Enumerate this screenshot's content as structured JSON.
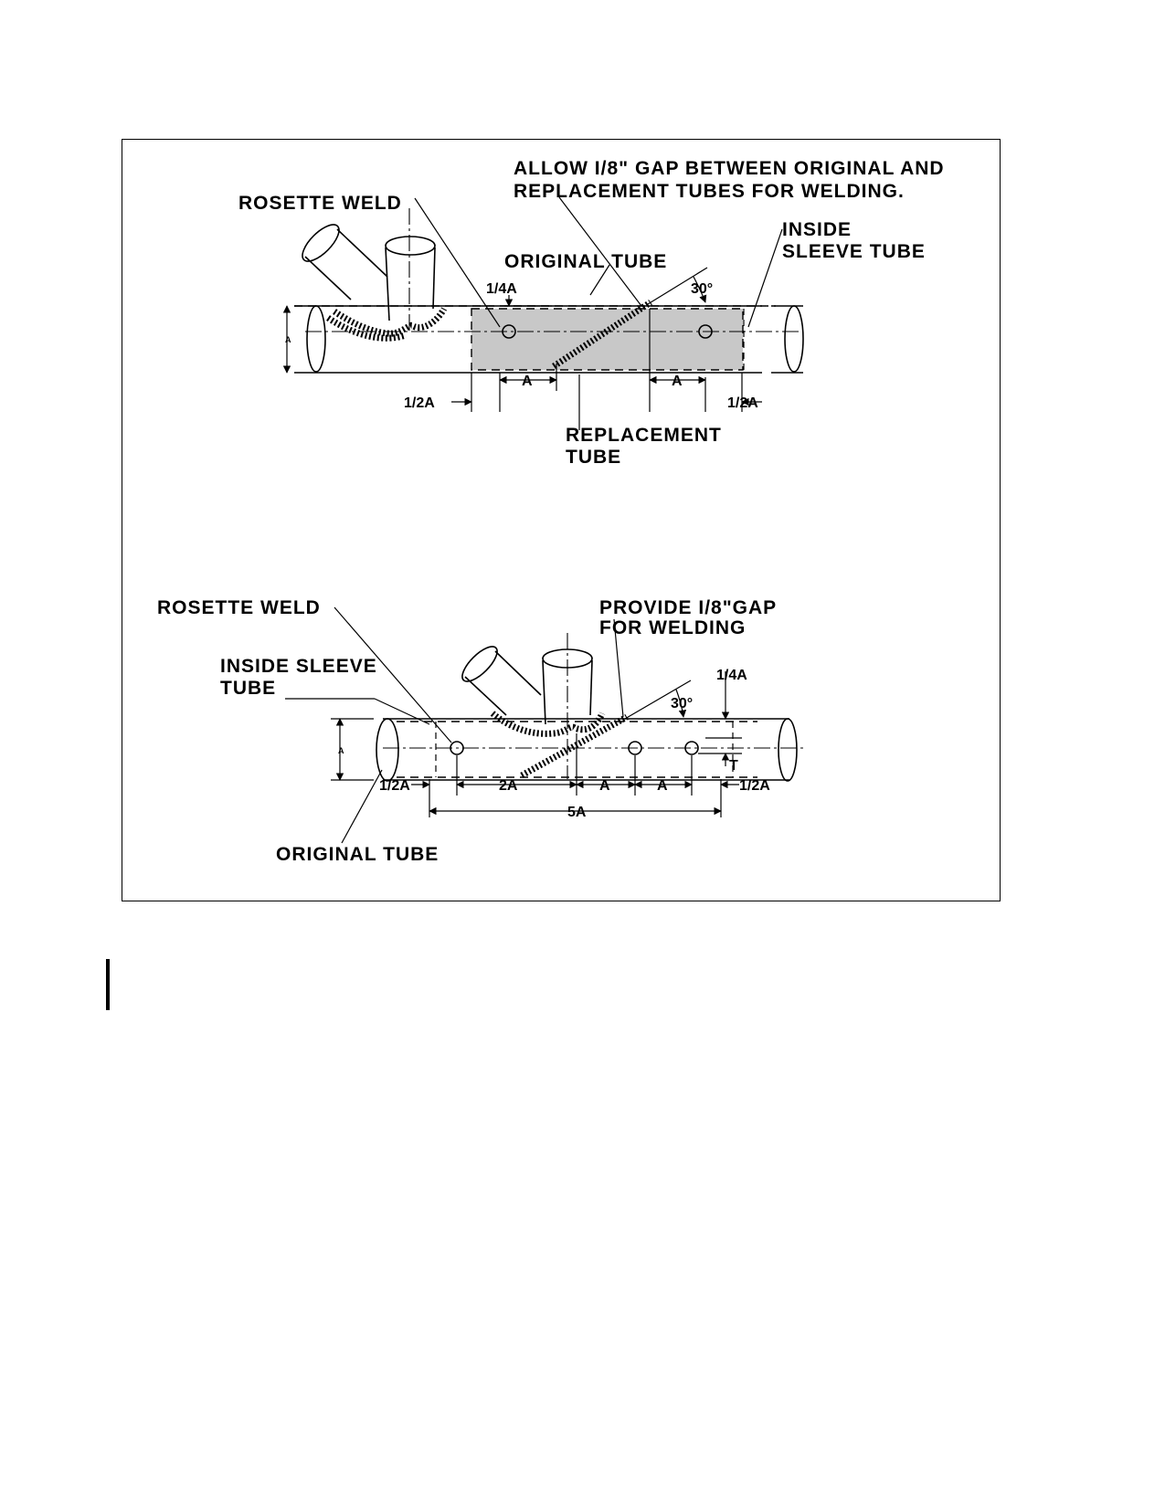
{
  "figure": {
    "top": {
      "rosette_weld": "ROSETTE WELD",
      "gap_note_line1": "ALLOW I/8\" GAP BETWEEN ORIGINAL AND",
      "gap_note_line2": "REPLACEMENT TUBES FOR WELDING.",
      "inside_line1": "INSIDE",
      "inside_line2": "SLEEVE TUBE",
      "original_tube": "ORIGINAL TUBE",
      "quarter_a": "1/4A",
      "angle": "30°",
      "dim_a_vertical": "A",
      "dim_a_left": "A",
      "dim_a_right": "A",
      "half_a_left": "1/2A",
      "half_a_right": "1/2A",
      "replacement_line1": "REPLACEMENT",
      "replacement_line2": "TUBE"
    },
    "bottom": {
      "rosette_weld": "ROSETTE WELD",
      "gap_note_line1": "PROVIDE I/8\"GAP",
      "gap_note_line2": "FOR WELDING",
      "inside_line1": "INSIDE SLEEVE",
      "inside_line2": "TUBE",
      "quarter_a": "1/4A",
      "angle": "30°",
      "dim_a_vertical": "A",
      "t_label": "T",
      "half_a_left": "1/2A",
      "two_a": "2A",
      "dim_a_1": "A",
      "dim_a_2": "A",
      "half_a_right": "1/2A",
      "five_a": "5A",
      "original_tube": "ORIGINAL TUBE"
    },
    "colors": {
      "sleeve_fill": "#c8c8c8",
      "line": "#000000"
    }
  }
}
